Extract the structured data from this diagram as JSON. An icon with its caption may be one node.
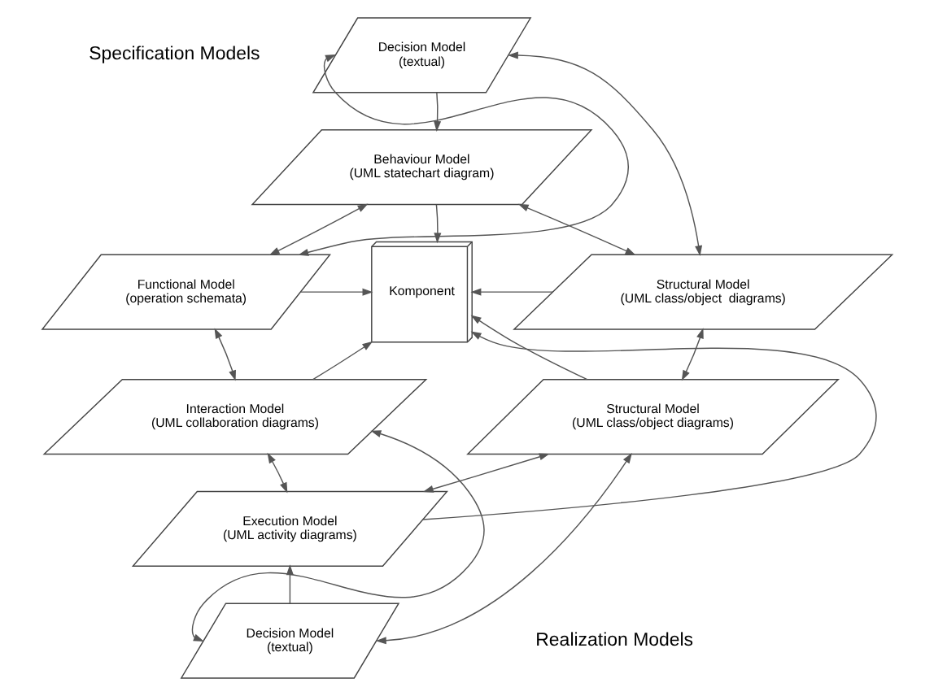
{
  "diagram": {
    "nodes": [
      {
        "text": [
          "Decision Model",
          "(textual)"
        ]
      },
      {
        "text": [
          "Behaviour Model",
          "(UML statechart diagram)"
        ]
      },
      {
        "text": [
          "Functional Model",
          "(operation schemata)"
        ]
      },
      {
        "text": [
          "Komponent"
        ]
      },
      {
        "text": [
          "Structural Model",
          "(UML class/object  diagrams)"
        ]
      },
      {
        "text": [
          "Interaction Model",
          "(UML collaboration diagrams)"
        ]
      },
      {
        "text": [
          "Structural Model",
          "(UML class/object diagrams)"
        ]
      },
      {
        "text": [
          "Execution Model",
          "(UML activity diagrams)"
        ]
      },
      {
        "text": [
          "Decision Model",
          "(textual)"
        ]
      }
    ],
    "edges": [
      {
        "from": 2,
        "to": 0,
        "arrow": "both"
      },
      {
        "from": 0,
        "to": 1,
        "arrow": "to"
      },
      {
        "from": 4,
        "to": 0,
        "arrow": "both"
      },
      {
        "from": 2,
        "to": 1,
        "arrow": "both"
      },
      {
        "from": 4,
        "to": 1,
        "arrow": "both"
      },
      {
        "from": 1,
        "to": 3,
        "arrow": "to"
      },
      {
        "from": 2,
        "to": 3,
        "arrow": "to"
      },
      {
        "from": 4,
        "to": 3,
        "arrow": "to"
      },
      {
        "from": 2,
        "to": 5,
        "arrow": "both"
      },
      {
        "from": 4,
        "to": 6,
        "arrow": "both"
      },
      {
        "from": 5,
        "to": 3,
        "arrow": "to"
      },
      {
        "from": 6,
        "to": 3,
        "arrow": "to"
      },
      {
        "from": 7,
        "to": 3,
        "arrow": "to"
      },
      {
        "from": 5,
        "to": 7,
        "arrow": "both"
      },
      {
        "from": 8,
        "to": 5,
        "arrow": "both"
      },
      {
        "from": 8,
        "to": 7,
        "arrow": "to"
      },
      {
        "from": 6,
        "to": 7,
        "arrow": "both"
      },
      {
        "from": 8,
        "to": 6,
        "arrow": "both"
      }
    ],
    "labels": [
      "Specification Models",
      "Realization Models"
    ]
  }
}
